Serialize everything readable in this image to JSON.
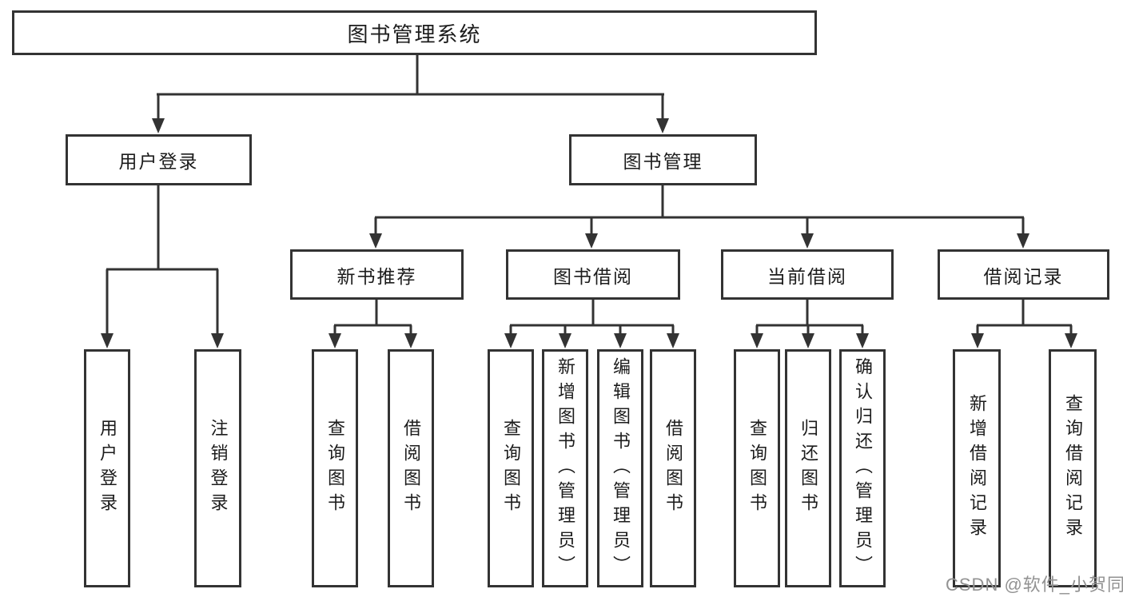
{
  "tree": {
    "label": "图书管理系统",
    "children": [
      {
        "label": "用户登录",
        "children": [
          {
            "label": "用户登录"
          },
          {
            "label": "注销登录"
          }
        ]
      },
      {
        "label": "图书管理",
        "children": [
          {
            "label": "新书推荐",
            "children": [
              {
                "label": "查询图书"
              },
              {
                "label": "借阅图书"
              }
            ]
          },
          {
            "label": "图书借阅",
            "children": [
              {
                "label": "查询图书"
              },
              {
                "label": "新增图书（管理员）"
              },
              {
                "label": "编辑图书（管理员）"
              },
              {
                "label": "借阅图书"
              }
            ]
          },
          {
            "label": "当前借阅",
            "children": [
              {
                "label": "查询图书"
              },
              {
                "label": "归还图书"
              },
              {
                "label": "确认归还（管理员）"
              }
            ]
          },
          {
            "label": "借阅记录",
            "children": [
              {
                "label": "新增借阅记录"
              },
              {
                "label": "查询借阅记录"
              }
            ]
          }
        ]
      }
    ]
  },
  "watermark": {
    "text": "CSDN @软件_小贺同学"
  },
  "colors": {
    "line_color": "#333333",
    "text_color": "#1c1c1c",
    "watermark_color": "#929292",
    "background_color": "#ffffff"
  }
}
